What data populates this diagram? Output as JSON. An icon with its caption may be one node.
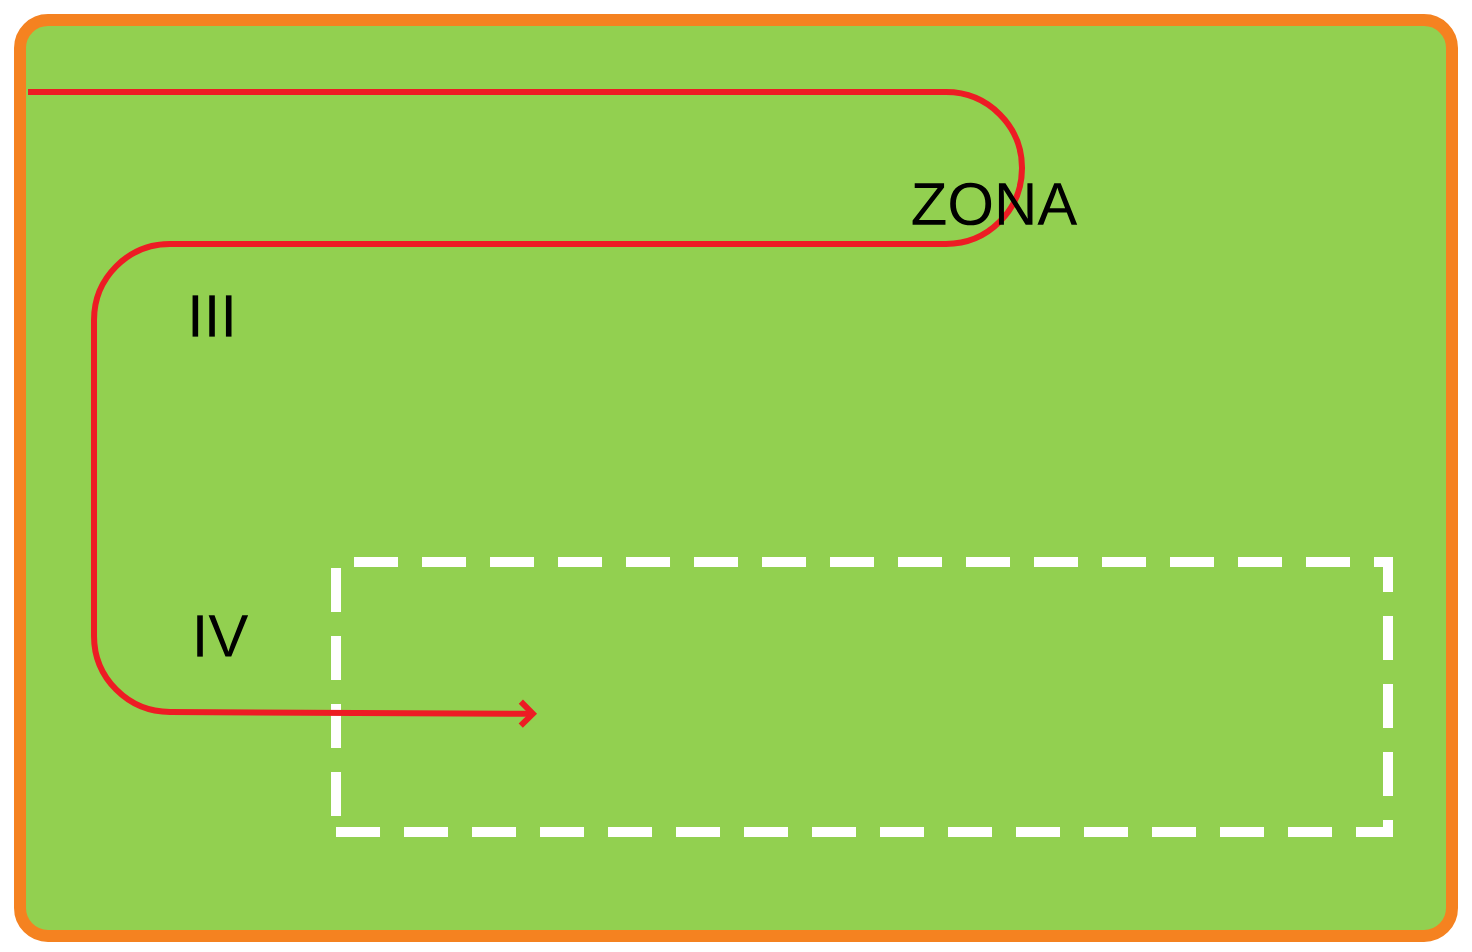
{
  "diagram": {
    "nodes": [
      {
        "text": [],
        "shape": "box"
      },
      {
        "text": [],
        "shape": "box",
        "in": 0
      }
    ],
    "edges": [
      {
        "from": null,
        "to": 1,
        "arrow": "to"
      }
    ],
    "labels": [
      "ZONA",
      "III",
      "IV"
    ]
  }
}
